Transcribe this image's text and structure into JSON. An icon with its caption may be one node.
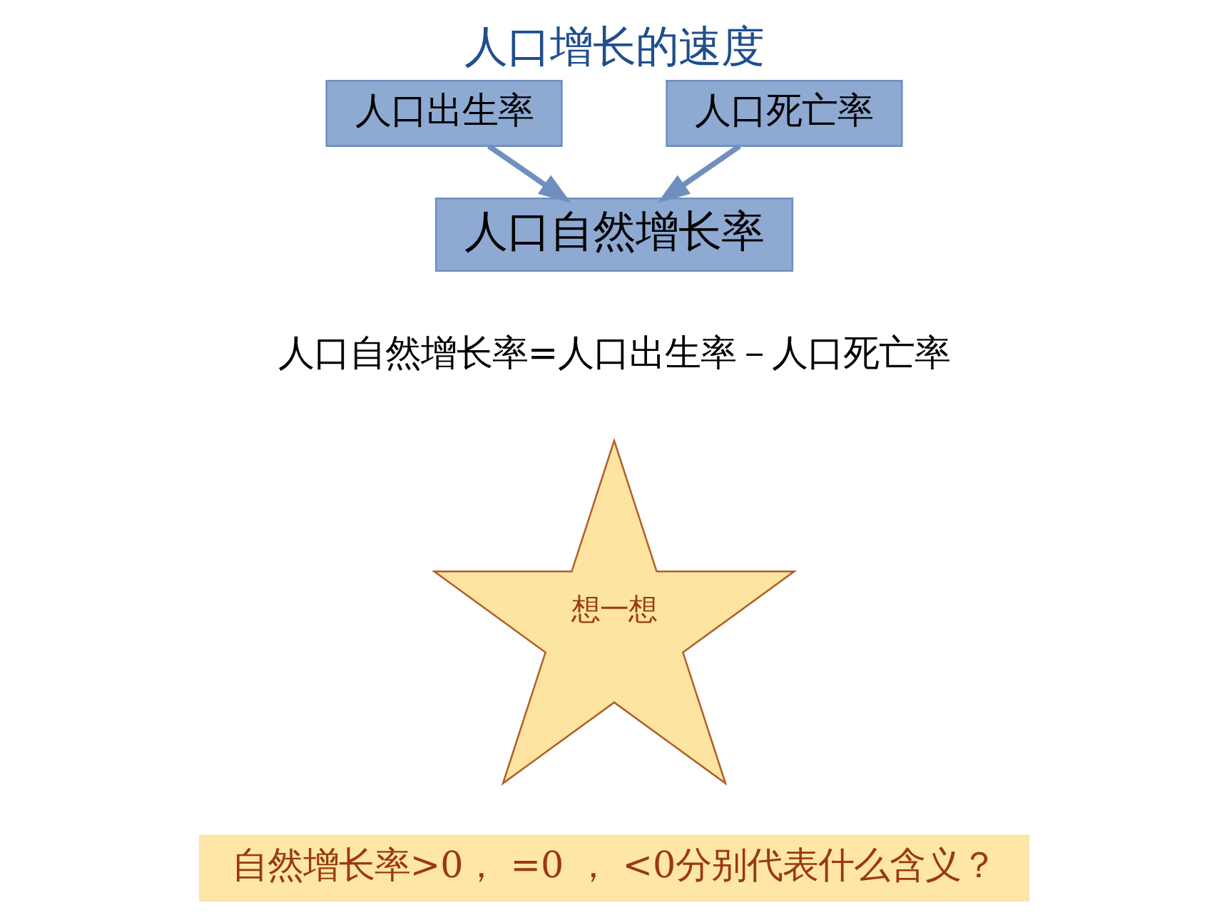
{
  "diagram": {
    "title": "人口增长的速度",
    "nodes": [
      {
        "text": [
          "人口出生率"
        ]
      },
      {
        "text": [
          "人口死亡率"
        ]
      },
      {
        "text": [
          "人口自然增长率"
        ]
      },
      {
        "text": [
          "想一想"
        ]
      },
      {
        "text": [
          "自然增长率>0， =0 ， <0分别代表什么含义？"
        ]
      }
    ],
    "edges": [
      {
        "from": 0,
        "to": 2,
        "arrow": "to"
      },
      {
        "from": 1,
        "to": 2,
        "arrow": "to"
      }
    ],
    "labels": [
      "人口自然增长率=人口出生率－人口死亡率"
    ]
  }
}
